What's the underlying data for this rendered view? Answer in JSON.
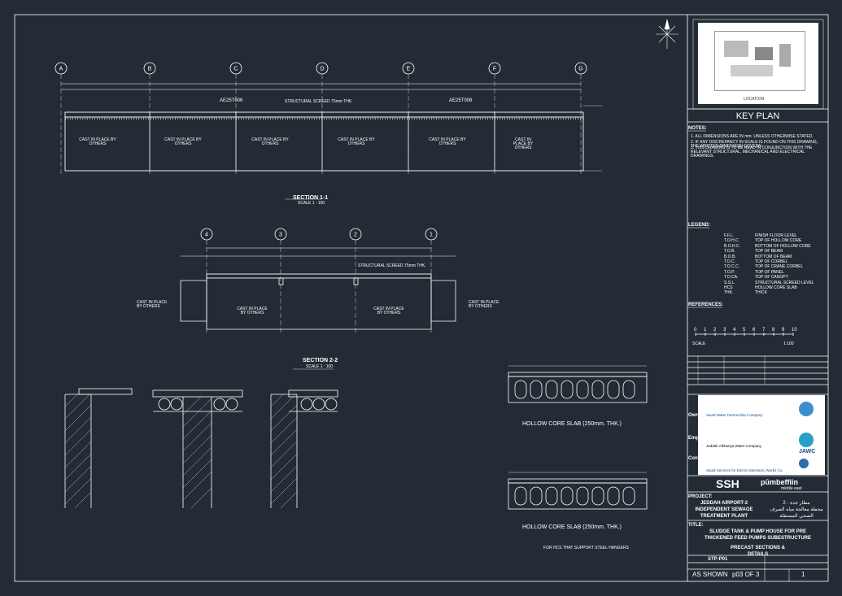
{
  "drawing": {
    "grid_letters": [
      "A",
      "B",
      "C",
      "D",
      "E",
      "F",
      "G"
    ],
    "grid_numbers": [
      "4",
      "3",
      "2",
      "1"
    ],
    "section1": {
      "title": "SECTION 1-1",
      "scale": "SCALE 1 : 100",
      "mark_left": "AE25T006",
      "mark_right": "AE25T006",
      "screed": "STRUCTURAL SCREED 75mm THK.",
      "cast_labels": [
        "CAST IN PLACE BY OTHERS",
        "CAST IN PLACE BY OTHERS",
        "CAST IN PLACE BY OTHERS",
        "CAST IN PLACE BY OTHERS",
        "CAST IN PLACE BY OTHERS",
        "CAST IN PLACE BY OTHERS"
      ]
    },
    "section2": {
      "title": "SECTION 2-2",
      "scale": "SCALE 1 : 100",
      "screed": "STRUCTURAL SCREED 75mm THK.",
      "cast_side_left": "CAST IN PLACE BY OTHERS",
      "cast_mid_left": "CAST IN PLACE BY OTHERS",
      "cast_mid_right": "CAST IN PLACE BY OTHERS",
      "cast_side_right": "CAST IN PLACE BY OTHERS"
    },
    "slab1_label": "HOLLOW CORE SLAB (250mm. THK.)",
    "slab2_label": "HOLLOW CORE SLAB (250mm. THK.)",
    "hangers_note": "FOR HCS THAT SUPPORT STEEL HANGERS"
  },
  "titleblock": {
    "key_plan_title": "KEY PLAN",
    "location_label": "LOCATION",
    "notes_heading": "NOTES:",
    "notes": [
      "1. ALL DIMENSIONS ARE IN mm. UNLESS OTHERWISE STATED.",
      "2. IF ANY DISCREPANCY IN SCALE IS FOUND ON THIS DRAWING, THE WRITTEN DIMENSION GOVERN.",
      "3. THIS DRAWING IS TO BE READ IN CONJUNCTION WITH THE RELEVANT STRUCTURAL, MECHANICAL AND ELECTRICAL DRAWINGS."
    ],
    "legend_heading": "LEGEND:",
    "legend": [
      {
        "code": "F.F.L.",
        "desc": "FINISH FLOOR LEVEL"
      },
      {
        "code": "T.O.H.C.",
        "desc": "TOP OF HOLLOW CORE"
      },
      {
        "code": "B.O.H.C.",
        "desc": "BOTTOM OF HOLLOW CORE"
      },
      {
        "code": "T.O.B.",
        "desc": "TOP OF BEAM"
      },
      {
        "code": "B.O.B.",
        "desc": "BOTTOM OF BEAM"
      },
      {
        "code": "T.O.C.",
        "desc": "TOP OF CORBEL"
      },
      {
        "code": "T.O.C.C.",
        "desc": "TOP OF CRANE CORBEL"
      },
      {
        "code": "T.O.P.",
        "desc": "TOP OF PANEL"
      },
      {
        "code": "T.O.CA.",
        "desc": "TOP OF CANOPY"
      },
      {
        "code": "S.S.L.",
        "desc": "STRUCTURAL SCREED LEVEL"
      },
      {
        "code": "HCS",
        "desc": "HOLLOW CORE SLAB"
      },
      {
        "code": "THK.",
        "desc": "THICK"
      }
    ],
    "references_heading": "REFERENCES:",
    "scale_ticks": [
      "0",
      "1",
      "2",
      "3",
      "4",
      "5",
      "6",
      "7",
      "8",
      "9",
      "10"
    ],
    "scale_word": "SCALE",
    "scale_value": "1:100",
    "owner_label": "Owner",
    "employer_label": "Employer",
    "contractor_label": "Contractor",
    "company1": "Saudi Water Partnership Company",
    "company2": "Jeddah Alkhariya Water Company",
    "company3": "Saudi Services for Electro Mechanic Works Co.",
    "jawc": "JAWC",
    "ssh": "SSH",
    "pm": "pūmbeffiin",
    "pm_sub": "middle east",
    "project_heading": "PROJECT:",
    "project_lines": [
      "JEDDAH AIRPORT-2",
      "INDEPENDENT SEWAGE",
      "TREATMENT PLANT"
    ],
    "project_ar": [
      "2 - مطار جدة",
      "محطة معالجة مياه الصرف",
      "الصحي المستقلة"
    ],
    "title_heading": "TITLE:",
    "title_lines": [
      "SLUDGE TANK & PUMP HOUSE FOR PRE",
      "THICKENED FEED PUMPS SUBESTRUCTURE",
      "PRECAST SECTIONS &",
      "DETAILS"
    ],
    "drawing_no": "STP-P01",
    "scale_shown": "AS SHOWN",
    "page": "p03 OF 3",
    "rev": "1"
  },
  "colors": {
    "background": "#232b35",
    "line": "#ffffff"
  }
}
